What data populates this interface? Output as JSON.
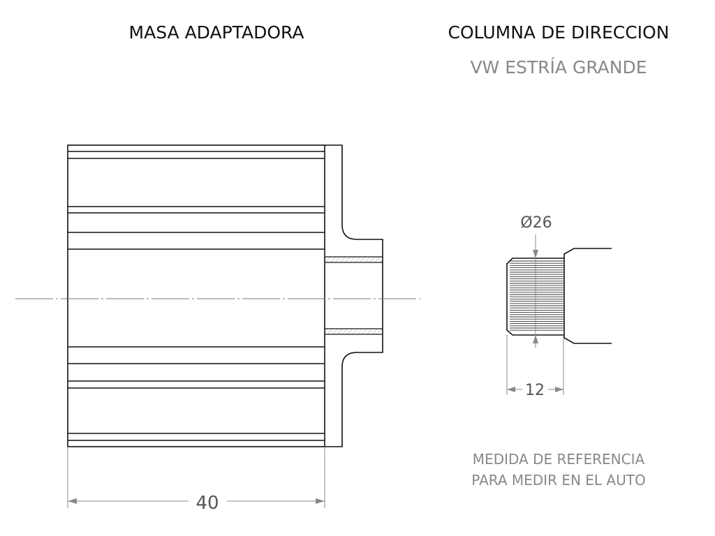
{
  "titles": {
    "left": "MASA ADAPTADORA",
    "right": "COLUMNA DE DIRECCION",
    "right_subtitle": "VW ESTRÍA GRANDE"
  },
  "dimensions": {
    "hub_length": "40",
    "spline_diameter": "Ø26",
    "spline_length": "12"
  },
  "note": {
    "line1": "MEDIDA DE REFERENCIA",
    "line2": "PARA MEDIR EN EL AUTO"
  }
}
